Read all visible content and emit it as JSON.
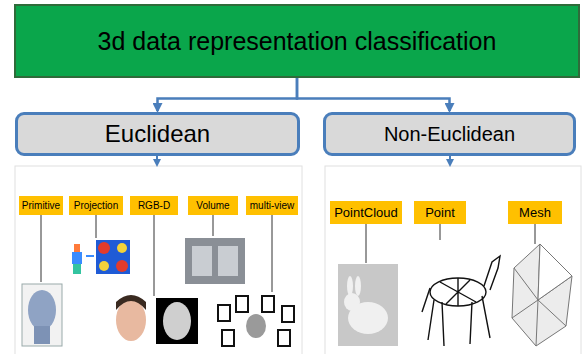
{
  "diagram": {
    "nodes": [
      {
        "text": [
          "3d data representation classification"
        ]
      },
      {
        "text": [
          "Euclidean"
        ]
      },
      {
        "text": [
          "Non-Euclidean"
        ]
      },
      {
        "text": [
          "Primitive"
        ]
      },
      {
        "text": [
          "Projection"
        ]
      },
      {
        "text": [
          "RGB-D"
        ]
      },
      {
        "text": [
          "Volume"
        ]
      },
      {
        "text": [
          "multi-view"
        ]
      },
      {
        "text": [
          "PointCloud"
        ]
      },
      {
        "text": [
          "Point"
        ]
      },
      {
        "text": [
          "Mesh"
        ]
      }
    ],
    "edges": [
      {
        "from": 0,
        "to": 1,
        "arrow": "to"
      },
      {
        "from": 0,
        "to": 2,
        "arrow": "to"
      }
    ]
  }
}
